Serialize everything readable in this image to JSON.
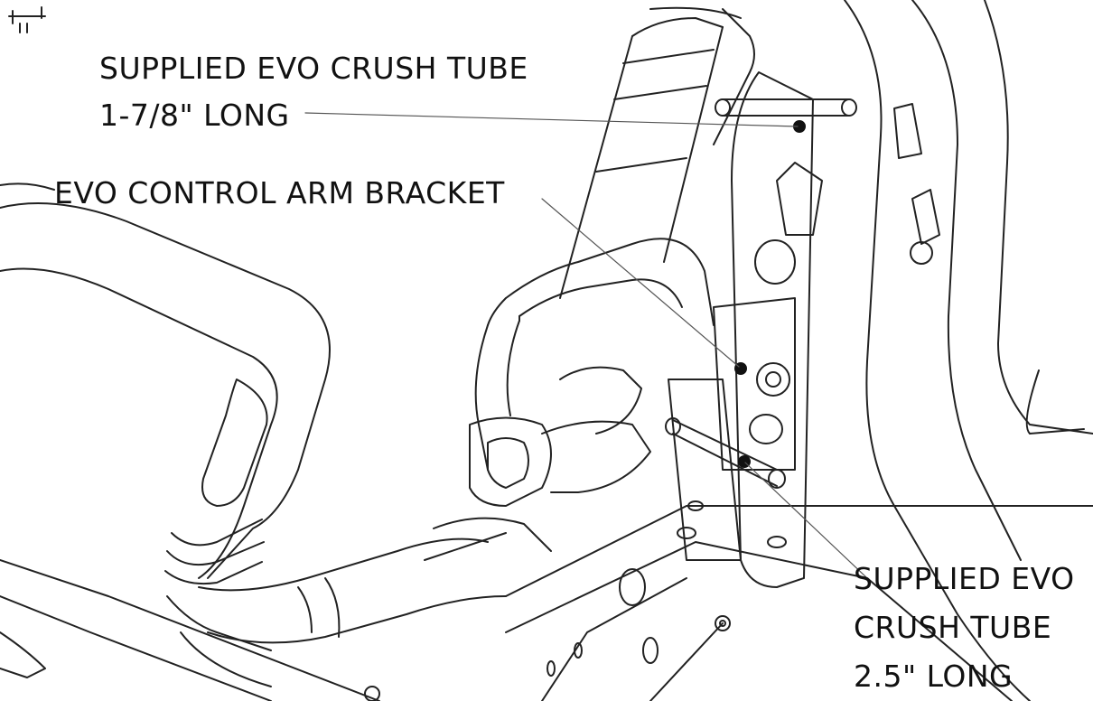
{
  "callouts": {
    "crush_tube_top": {
      "lines": [
        "SUPPLIED EVO CRUSH TUBE",
        "1-7/8\" LONG"
      ]
    },
    "control_arm_bracket": {
      "lines": [
        "EVO CONTROL ARM BRACKET"
      ]
    },
    "crush_tube_bottom": {
      "lines": [
        "SUPPLIED EVO",
        "CRUSH TUBE",
        "2.5\" LONG"
      ]
    }
  },
  "colors": {
    "line": "#222222",
    "background": "#ffffff",
    "leader": "#555555"
  }
}
